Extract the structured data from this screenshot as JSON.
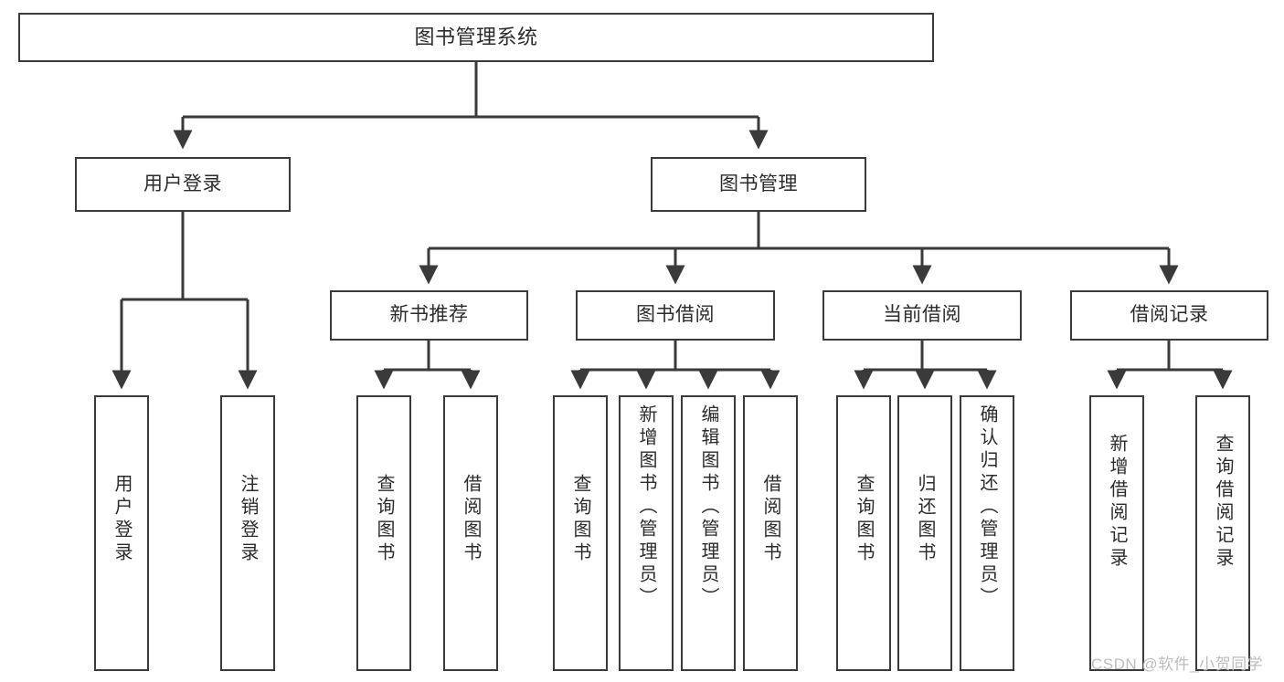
{
  "diagram": {
    "title_text": "图书管理系统",
    "watermark": "CSDN @软件_小贺同学",
    "colors": {
      "stroke": "#3a3a3a",
      "text": "#2b2b2b",
      "background": "#ffffff",
      "watermark": "#bdbdbd"
    },
    "nodes": {
      "root": {
        "label": "图书管理系统"
      },
      "tier1": [
        {
          "id": "user-login",
          "label": "用户登录"
        },
        {
          "id": "book-management",
          "label": "图书管理"
        }
      ],
      "tier2": [
        {
          "id": "new-book-recommend",
          "label": "新书推荐"
        },
        {
          "id": "book-borrow",
          "label": "图书借阅"
        },
        {
          "id": "current-borrow",
          "label": "当前借阅"
        },
        {
          "id": "borrow-record",
          "label": "借阅记录"
        }
      ],
      "leaves": {
        "user_login": [
          {
            "id": "leaf-user-login",
            "label": "用户登录"
          },
          {
            "id": "leaf-logout-login",
            "label": "注销登录"
          }
        ],
        "new_book_recommend": [
          {
            "id": "leaf-query-book-1",
            "label": "查询图书"
          },
          {
            "id": "leaf-borrow-book-1",
            "label": "借阅图书"
          }
        ],
        "book_borrow": [
          {
            "id": "leaf-query-book-2",
            "label": "查询图书"
          },
          {
            "id": "leaf-add-book",
            "label": "新增图书（管理员）"
          },
          {
            "id": "leaf-edit-book",
            "label": "编辑图书（管理员）"
          },
          {
            "id": "leaf-borrow-book-2",
            "label": "借阅图书"
          }
        ],
        "current_borrow": [
          {
            "id": "leaf-query-book-3",
            "label": "查询图书"
          },
          {
            "id": "leaf-return-book",
            "label": "归还图书"
          },
          {
            "id": "leaf-confirm-return",
            "label": "确认归还（管理员）"
          }
        ],
        "borrow_record": [
          {
            "id": "leaf-add-record",
            "label": "新增借阅记录"
          },
          {
            "id": "leaf-query-record",
            "label": "查询借阅记录"
          }
        ]
      }
    }
  }
}
